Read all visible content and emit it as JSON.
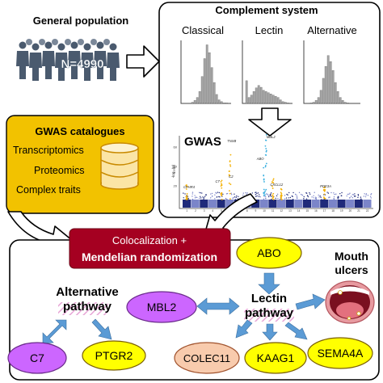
{
  "population": {
    "title": "General population",
    "count_label": "N=4990"
  },
  "complement": {
    "title": "Complement system",
    "pathways": [
      "Classical",
      "Lectin",
      "Alternative"
    ],
    "gwas_label": "GWAS",
    "manhattan": {
      "ylabel": "-log₁₀(p)",
      "chromosomes": [
        "1",
        "2",
        "3",
        "4",
        "5",
        "6",
        "7",
        "8",
        "9",
        "10",
        "11",
        "12",
        "13",
        "14",
        "15",
        "16",
        "17",
        "18",
        "19",
        "20",
        "21",
        "22"
      ],
      "gene_labels": [
        "TNXB",
        "MBL2",
        "ABO",
        "C2",
        "C7",
        "CXCL12",
        "CFHR4",
        "PDE3A"
      ],
      "y_ticks": [
        "60",
        "40",
        "20"
      ]
    }
  },
  "gwas_catalogues": {
    "title": "GWAS catalogues",
    "items": [
      "Transcriptomics",
      "Proteomics",
      "Complex traits"
    ]
  },
  "method": {
    "line1": "Colocalization +",
    "line2": "Mendelian randomization"
  },
  "results": {
    "alternative_label_line1": "Alternative",
    "alternative_label_line2": "pathway",
    "lectin_label_line1": "Lectin",
    "lectin_label_line2": "pathway",
    "mouth_label_line1": "Mouth",
    "mouth_label_line2": "ulcers",
    "genes": {
      "abo": "ABO",
      "mbl2": "MBL2",
      "c7": "C7",
      "ptgr2": "PTGR2",
      "colec11": "COLEC11",
      "kaag1": "KAAG1",
      "sema4a": "SEMA4A"
    }
  },
  "colors": {
    "yellow_fill": "#ffff00",
    "magenta_fill": "#cc66ff",
    "orange_fill": "#f8cbad",
    "blue_arrow": "#5b9bd5",
    "method_red": "#a50021",
    "catalogue_gold": "#f2c200",
    "histogram_gray": "#a6a6a6",
    "manhattan_dark": "#1f2a7a",
    "manhattan_light": "#7b85c9"
  },
  "icons": [
    "people-icon",
    "database-icon",
    "mouth-icon",
    "curved-arrow-icon",
    "down-arrow-icon",
    "right-arrow-icon"
  ]
}
